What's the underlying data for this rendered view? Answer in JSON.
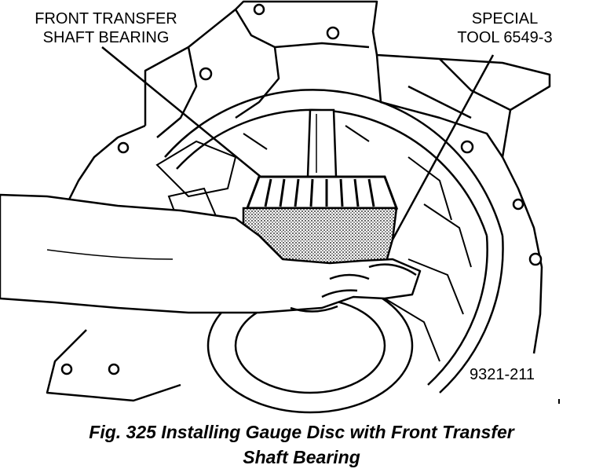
{
  "labels": {
    "bearing_line1": "FRONT TRANSFER",
    "bearing_line2": "SHAFT BEARING",
    "tool_line1": "SPECIAL",
    "tool_line2": "TOOL 6549-3",
    "figure_number": "9321-211"
  },
  "caption": {
    "line1": "Fig. 325 Installing Gauge Disc with Front Transfer",
    "line2": "Shaft Bearing"
  },
  "colors": {
    "ink": "#000000",
    "paper": "#ffffff",
    "stipple": "#9a9a9a"
  }
}
